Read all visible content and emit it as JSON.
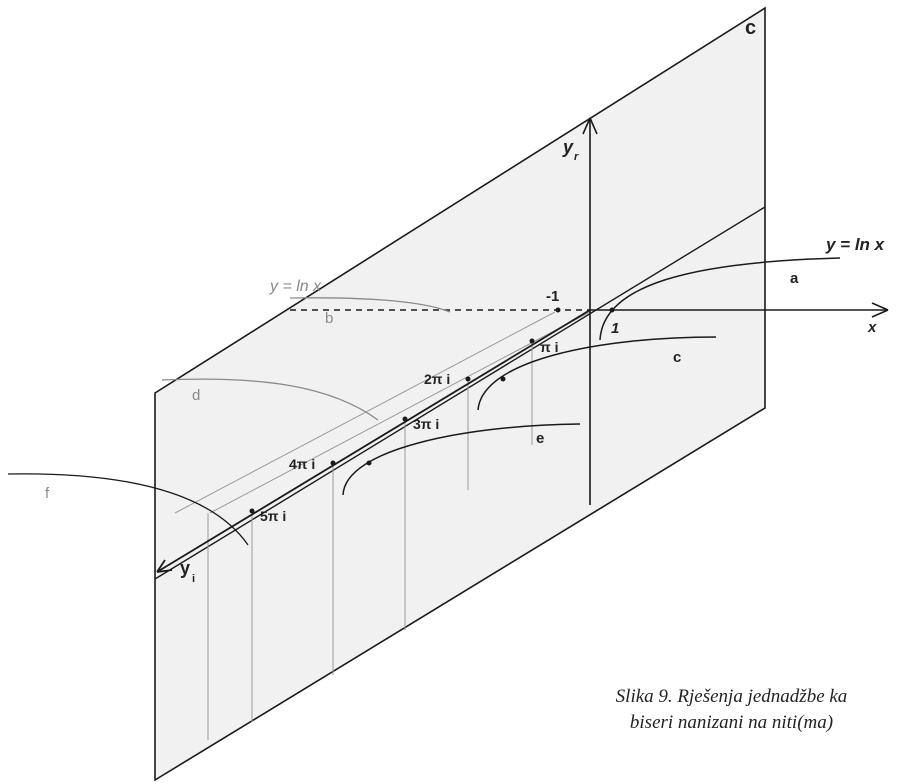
{
  "labels": {
    "plane_c": "c",
    "axis_yr": "y",
    "axis_yr_sub": "r",
    "axis_x": "x",
    "axis_yi": "y",
    "axis_yi_sub": "i",
    "curve_main": "y = ln x",
    "curve_faint": "y = ln x",
    "curve_a": "a",
    "curve_b": "b",
    "curve_c": "c",
    "curve_d": "d",
    "curve_e": "e",
    "curve_f": "f",
    "point_minus1": "-1",
    "point_1": "1",
    "point_pi": "π i",
    "point_2pi": "2π i",
    "point_3pi": "3π i",
    "point_4pi": "4π i",
    "point_5pi": "5π i"
  },
  "caption": {
    "line1": "Slika 9. Rješenja jednadžbe ka",
    "line2": "biseri nanizani na niti(ma)"
  },
  "colors": {
    "plane_fill": "#f0f0f0",
    "line": "#1a1a1a",
    "faint": "#8a8a8a",
    "guide": "#9a9a9a"
  }
}
